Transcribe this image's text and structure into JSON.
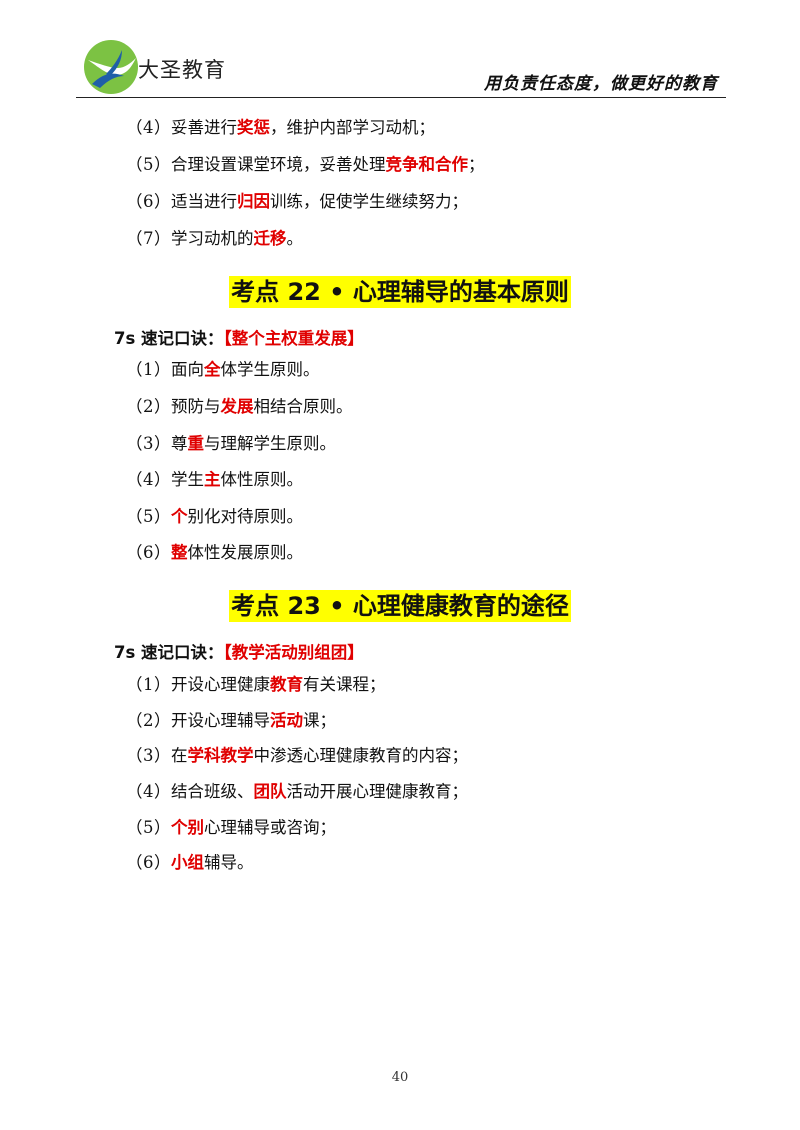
{
  "header": {
    "brand": "大圣教育",
    "slogan": "用负责任态度，做更好的教育"
  },
  "intro_items": [
    {
      "num": "（4）",
      "pre": "妥善进行",
      "hl": "奖惩",
      "post": "，维护内部学习动机；"
    },
    {
      "num": "（5）",
      "pre": "合理设置课堂环境，妥善处理",
      "hl": "竞争和合作",
      "post": "；"
    },
    {
      "num": "（6）",
      "pre": "适当进行",
      "hl": "归因",
      "post": "训练，促使学生继续努力；"
    },
    {
      "num": "（7）",
      "pre": "学习动机的",
      "hl": "迁移",
      "post": "。"
    }
  ],
  "section22": {
    "title": "考点 22 • 心理辅导的基本原则",
    "mnemonic_label": "7s 速记口诀：",
    "mnemonic_key": "【整个主权重发展】",
    "items": [
      {
        "num": "（1）",
        "pre": "面向",
        "hl": "全",
        "post": "体学生原则。"
      },
      {
        "num": "（2）",
        "pre": "预防与",
        "hl": "发展",
        "post": "相结合原则。"
      },
      {
        "num": "（3）",
        "pre": "尊",
        "hl": "重",
        "post": "与理解学生原则。"
      },
      {
        "num": "（4）",
        "pre": "学生",
        "hl": "主",
        "post": "体性原则。"
      },
      {
        "num": "（5）",
        "pre": "",
        "hl": "个",
        "post": "别化对待原则。"
      },
      {
        "num": "（6）",
        "pre": "",
        "hl": "整",
        "post": "体性发展原则。"
      }
    ]
  },
  "section23": {
    "title": "考点 23 • 心理健康教育的途径",
    "mnemonic_label": "7s 速记口诀：",
    "mnemonic_key": "【教学活动别组团】",
    "items": [
      {
        "num": "（1）",
        "pre": "开设心理健康",
        "hl": "教育",
        "post": "有关课程；"
      },
      {
        "num": "（2）",
        "pre": "开设心理辅导",
        "hl": "活动",
        "post": "课；"
      },
      {
        "num": "（3）",
        "pre": "在",
        "hl": "学科教学",
        "post": "中渗透心理健康教育的内容；"
      },
      {
        "num": "（4）",
        "pre": "结合班级、",
        "hl": "团队",
        "post": "活动开展心理健康教育；"
      },
      {
        "num": "（5）",
        "pre": "",
        "hl": "个别",
        "post": "心理辅导或咨询；"
      },
      {
        "num": "（6）",
        "pre": "",
        "hl": "小组",
        "post": "辅导。"
      }
    ]
  },
  "page_number": "40",
  "colors": {
    "highlight_text": "#e00000",
    "heading_background": "#ffff00",
    "logo_green": "#7cc243",
    "logo_blue": "#1f5fa8"
  }
}
